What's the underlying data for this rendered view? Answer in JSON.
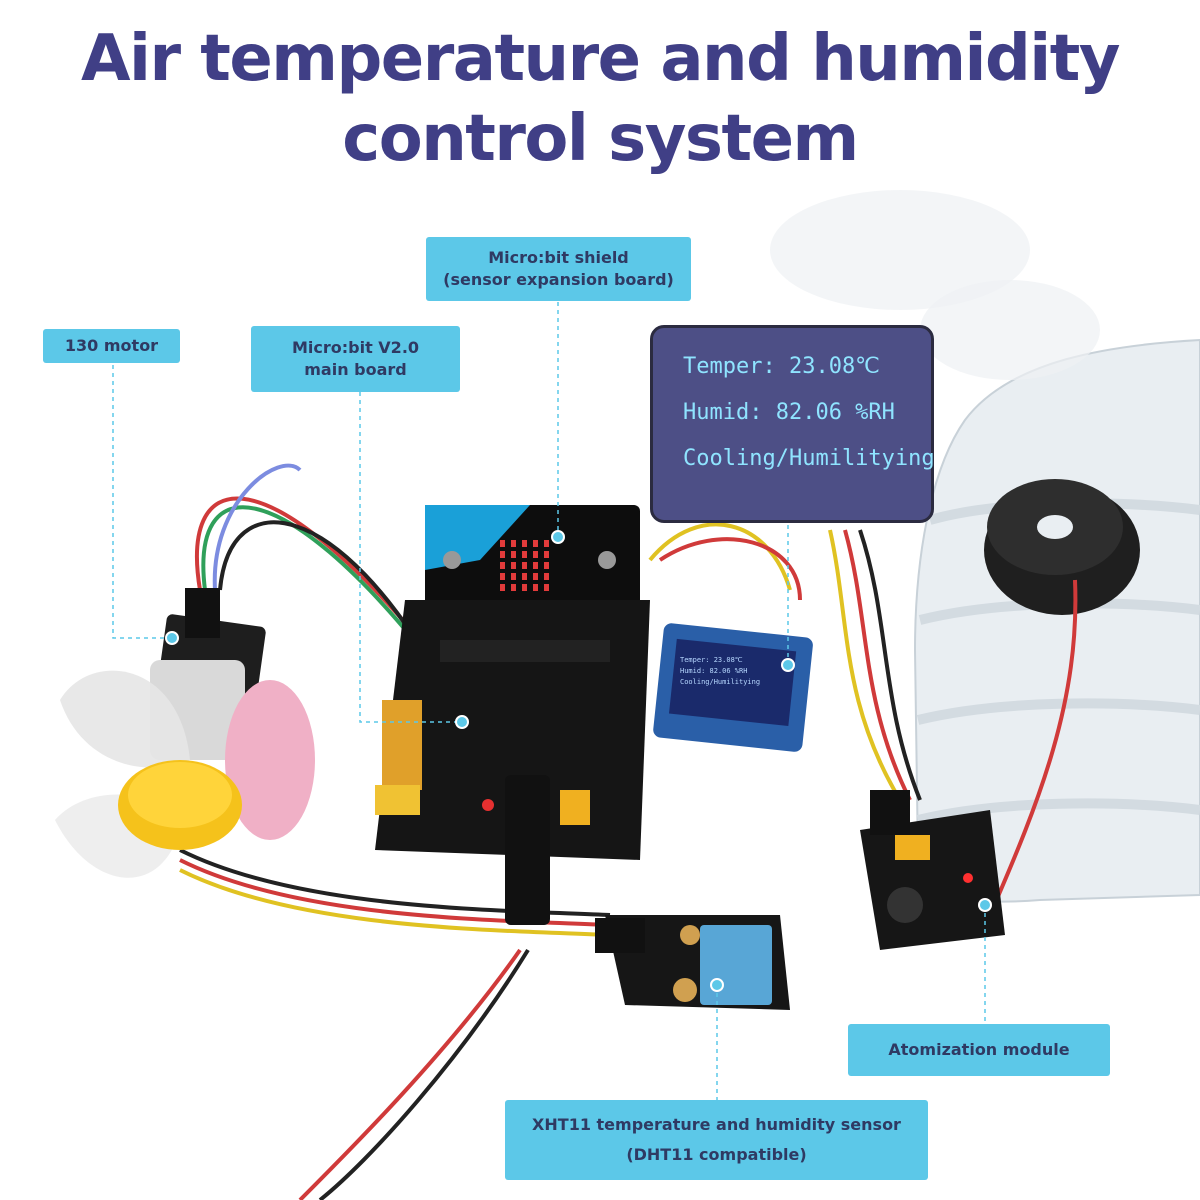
{
  "title": {
    "line1": "Air temperature and humidity",
    "line2": "control system"
  },
  "callouts": {
    "motor": [
      "130 motor"
    ],
    "main_board": [
      "Micro:bit V2.0",
      "main board"
    ],
    "shield": [
      "Micro:bit shield",
      "(sensor expansion board)"
    ],
    "atomization": [
      "Atomization module"
    ],
    "sensor": [
      "XHT11 temperature and humidity sensor",
      "(DHT11 compatible)"
    ]
  },
  "oled_display": {
    "line1": "Temper: 23.08℃",
    "line2": "Humid: 82.06 %RH",
    "line3": "Cooling/Humilitying"
  },
  "colors": {
    "title": "#403f86",
    "callout_bg": "#5cc8e8",
    "callout_text": "#2f3a63",
    "leader_line": "#5cc8e8",
    "oled_bg": "#4d4f86",
    "oled_text": "#8fe4ff"
  }
}
